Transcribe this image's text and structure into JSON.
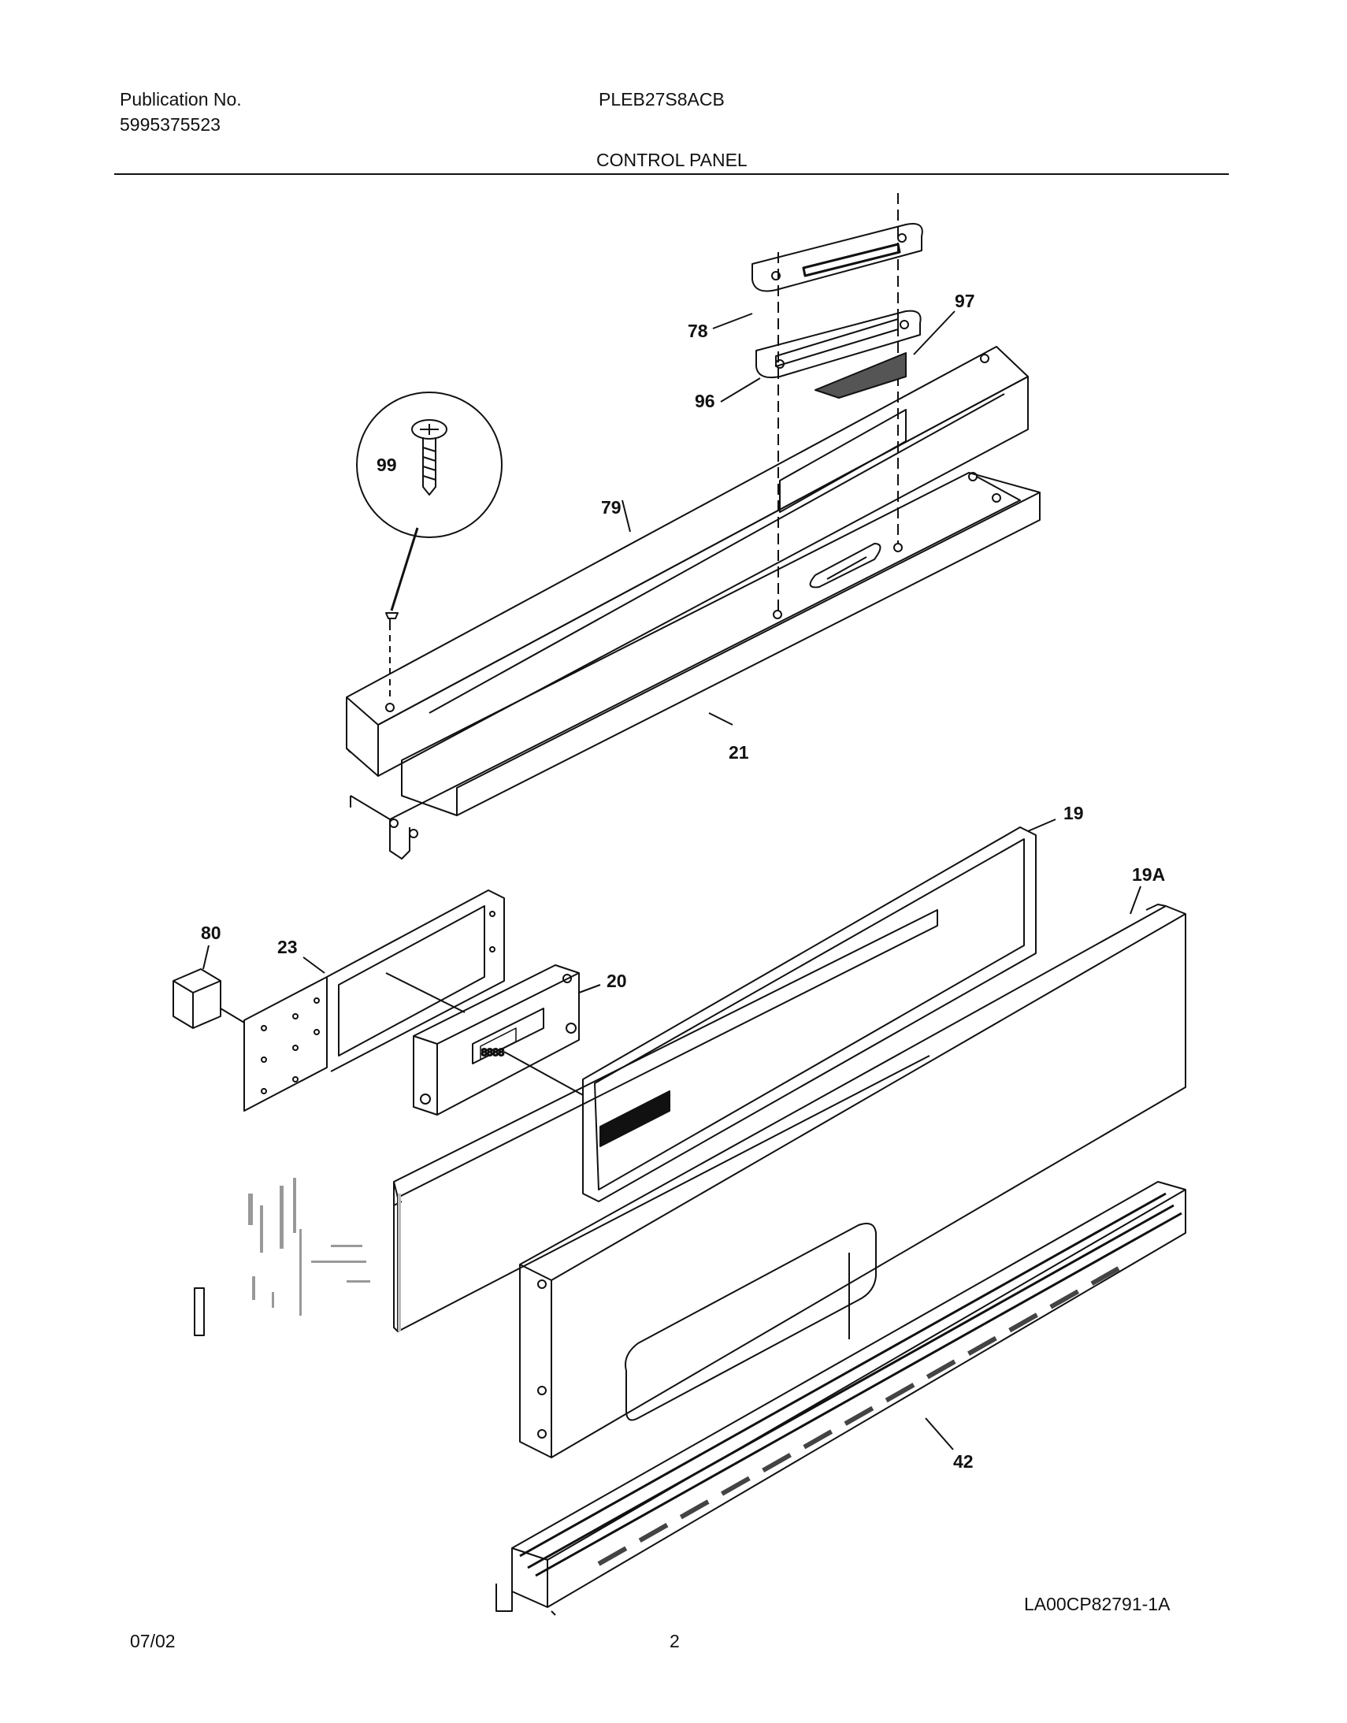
{
  "header": {
    "publication_label": "Publication No.",
    "publication_number": "5995375523",
    "model": "PLEB27S8ACB",
    "section_title": "CONTROL PANEL"
  },
  "callouts": {
    "c78": "78",
    "c97": "97",
    "c96": "96",
    "c99": "99",
    "c79": "79",
    "c21": "21",
    "c19": "19",
    "c19a": "19A",
    "c80": "80",
    "c23": "23",
    "c20": "20",
    "c42": "42"
  },
  "display_readout": "8888",
  "footer": {
    "drawing_code": "LA00CP82791-1A",
    "date": "07/02",
    "page_number": "2"
  }
}
